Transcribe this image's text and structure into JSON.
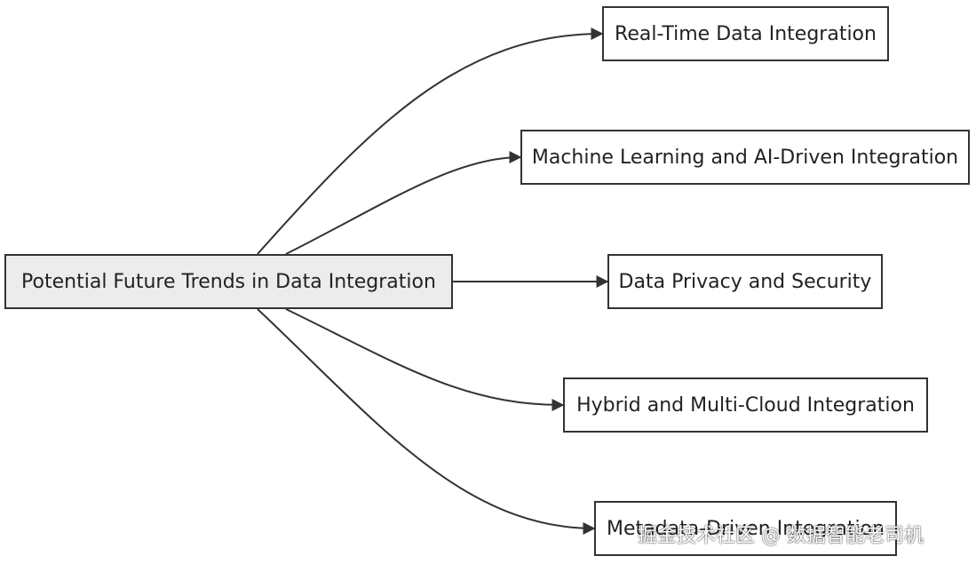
{
  "root": {
    "label": "Potential Future Trends in Data Integration"
  },
  "trends": [
    {
      "label": "Real-Time Data Integration"
    },
    {
      "label": "Machine Learning and AI-Driven Integration"
    },
    {
      "label": "Data Privacy and Security"
    },
    {
      "label": "Hybrid and Multi-Cloud Integration"
    },
    {
      "label": "Metadata-Driven Integration"
    }
  ],
  "watermark": "掘金技术社区 @ 数据智能老司机",
  "colors": {
    "root_fill": "#ececec",
    "node_fill": "#ffffff",
    "stroke": "#333333"
  }
}
